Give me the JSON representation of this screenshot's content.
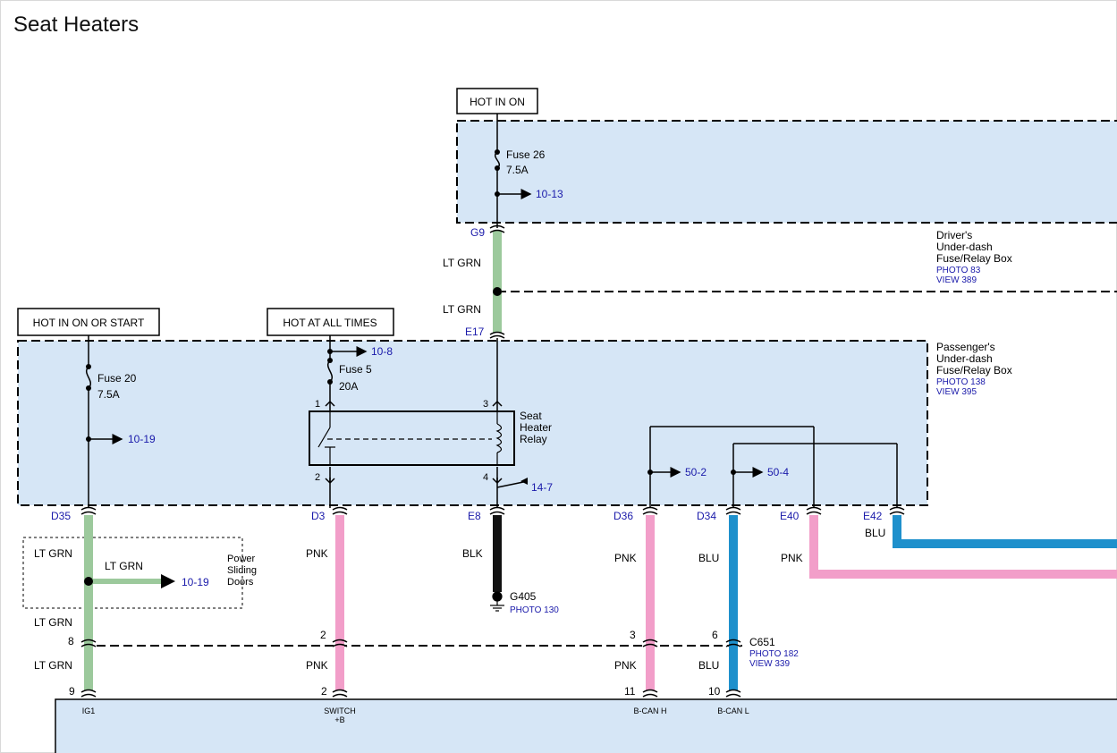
{
  "title": "Seat Heaters",
  "power_boxes": [
    "HOT IN ON",
    "HOT IN ON OR START",
    "HOT AT ALL TIMES"
  ],
  "fuses": {
    "f26": {
      "name": "Fuse 26",
      "rating": "7.5A"
    },
    "f20": {
      "name": "Fuse 20",
      "rating": "7.5A"
    },
    "f5": {
      "name": "Fuse 5",
      "rating": "20A"
    }
  },
  "refs": {
    "r1013": "10-13",
    "r1019a": "10-19",
    "r108": "10-8",
    "r502": "50-2",
    "r504": "50-4",
    "r147": "14-7",
    "r1019b": "10-19"
  },
  "drivers_box": {
    "lines": [
      "Driver's",
      "Under-dash",
      "Fuse/Relay Box"
    ],
    "photo": "PHOTO 83",
    "view": "VIEW 389"
  },
  "passengers_box": {
    "lines": [
      "Passenger's",
      "Under-dash",
      "Fuse/Relay Box"
    ],
    "photo": "PHOTO 138",
    "view": "VIEW 395"
  },
  "relay": {
    "lines": [
      "Seat",
      "Heater",
      "Relay"
    ],
    "pins": [
      "1",
      "2",
      "3",
      "4"
    ]
  },
  "connectors": {
    "G9": "G9",
    "E17": "E17",
    "D35": "D35",
    "D3": "D3",
    "E8": "E8",
    "D36": "D36",
    "D34": "D34",
    "E40": "E40",
    "E42": "E42"
  },
  "wire_labels": {
    "g9_e17a": "LT GRN",
    "g9_e17b": "LT GRN",
    "d35_left": "LT GRN",
    "d35_branch": "LT GRN",
    "d35_lower": "LT GRN",
    "d35_bottom": "LT GRN",
    "d3_upper": "PNK",
    "d3_bottom": "PNK",
    "e8": "BLK",
    "d36_upper": "PNK",
    "d36_bottom": "PNK",
    "d34_upper": "BLU",
    "d34_bottom": "BLU",
    "e40": "PNK",
    "e42": "BLU"
  },
  "power_sliding": [
    "Power",
    "Sliding",
    "Doors"
  ],
  "ground": {
    "name": "G405",
    "photo": "PHOTO 130"
  },
  "c651": {
    "name": "C651",
    "photo": "PHOTO 182",
    "view": "VIEW 339"
  },
  "pins_c651": {
    "p8": "8",
    "p2a": "2",
    "p3": "3",
    "p6": "6"
  },
  "pins_bottom": {
    "p9": "9",
    "p2b": "2",
    "p11": "11",
    "p10": "10"
  },
  "module_labels": {
    "ig1": "IG1",
    "switch": "SWITCH",
    "switch2": "+B",
    "bcanh": "B-CAN H",
    "bcanl": "B-CAN L"
  },
  "colors": {
    "box_fill": "#d6e6f6",
    "lt_grn": "#9cc99c",
    "pnk": "#f29ec9",
    "blu": "#1e90cc",
    "blk": "#111111",
    "highlight": "#e5ef1e",
    "ref_blue": "#1a1aaa"
  }
}
